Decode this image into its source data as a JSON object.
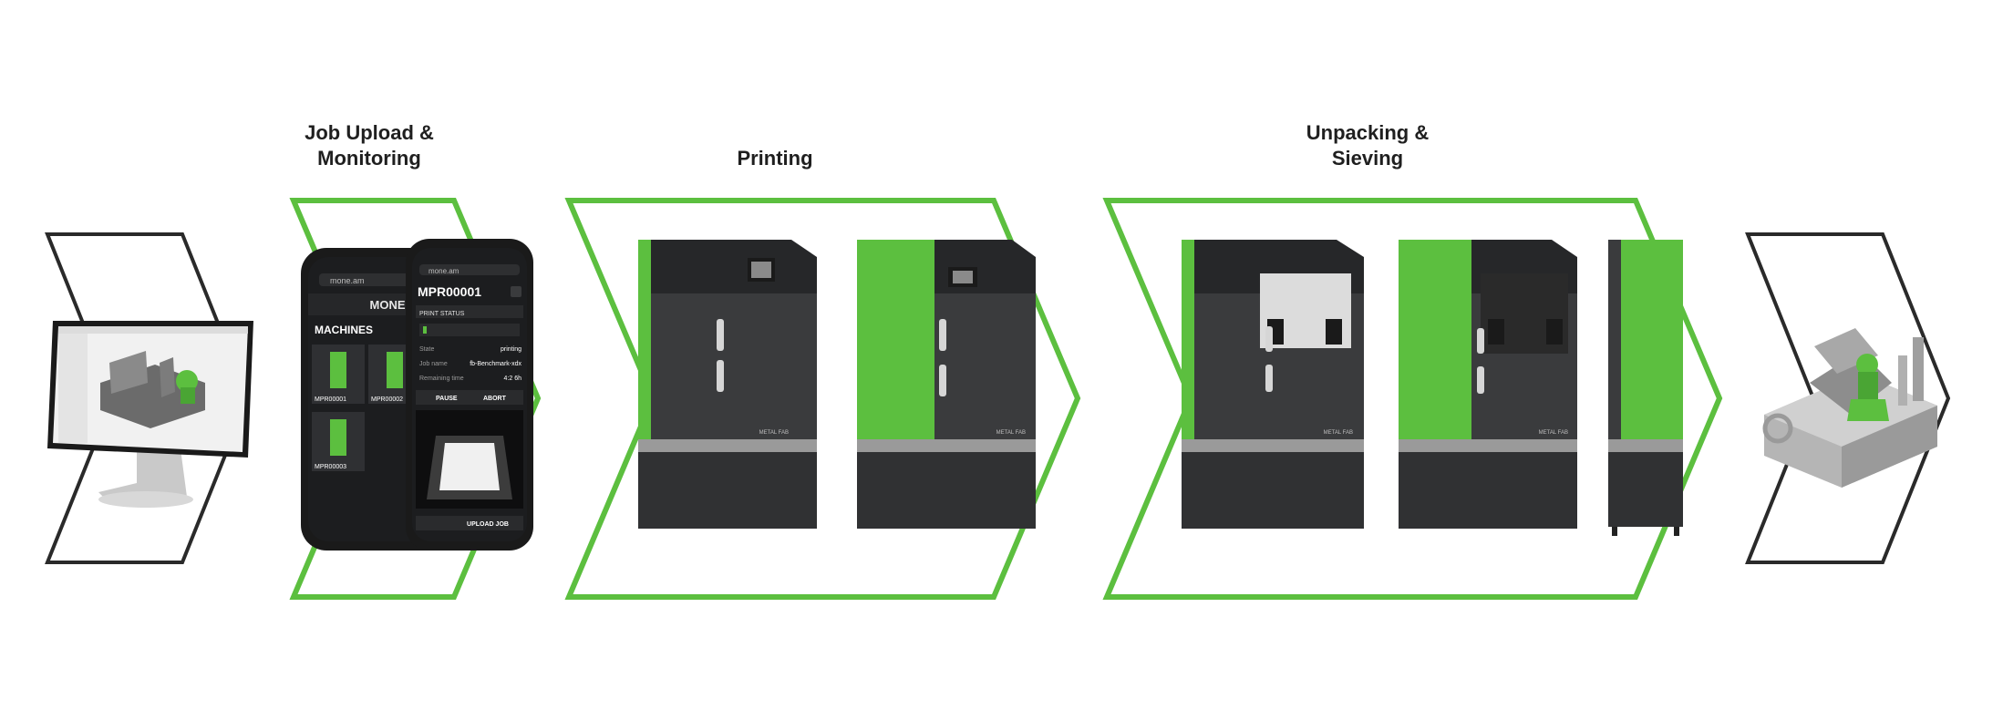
{
  "stages": [
    {
      "id": "job-upload",
      "label_lines": [
        "Job Upload &",
        "Monitoring"
      ]
    },
    {
      "id": "printing",
      "label_lines": [
        "Printing"
      ]
    },
    {
      "id": "unpacking",
      "label_lines": [
        "Unpacking &",
        "Sieving"
      ]
    }
  ],
  "colors": {
    "accent": "#5cbf3f",
    "outline_dark": "#2a2a2a",
    "machine_body": "#3a3b3d",
    "machine_dark": "#262729",
    "machine_band": "#9a9a9a",
    "phone_screen": "#1c1d1f"
  },
  "phone_back": {
    "url": "mone.am",
    "logo": "MONE",
    "section_title": "MACHINES",
    "machines": [
      "MPR00001",
      "MPR00002",
      "MPR00003"
    ]
  },
  "phone_front": {
    "url": "mone.am",
    "machine_id": "MPR00001",
    "section": "PRINT STATUS",
    "rows": [
      {
        "label": "State",
        "value": "printing"
      },
      {
        "label": "Job name",
        "value": "fb-Benchmark-xdx"
      },
      {
        "label": "Remaining time",
        "value": "4:2 6h"
      }
    ],
    "pause_label": "PAUSE",
    "abort_label": "ABORT",
    "upload_label": "UPLOAD JOB"
  },
  "machine_brand": "METAL FAB"
}
